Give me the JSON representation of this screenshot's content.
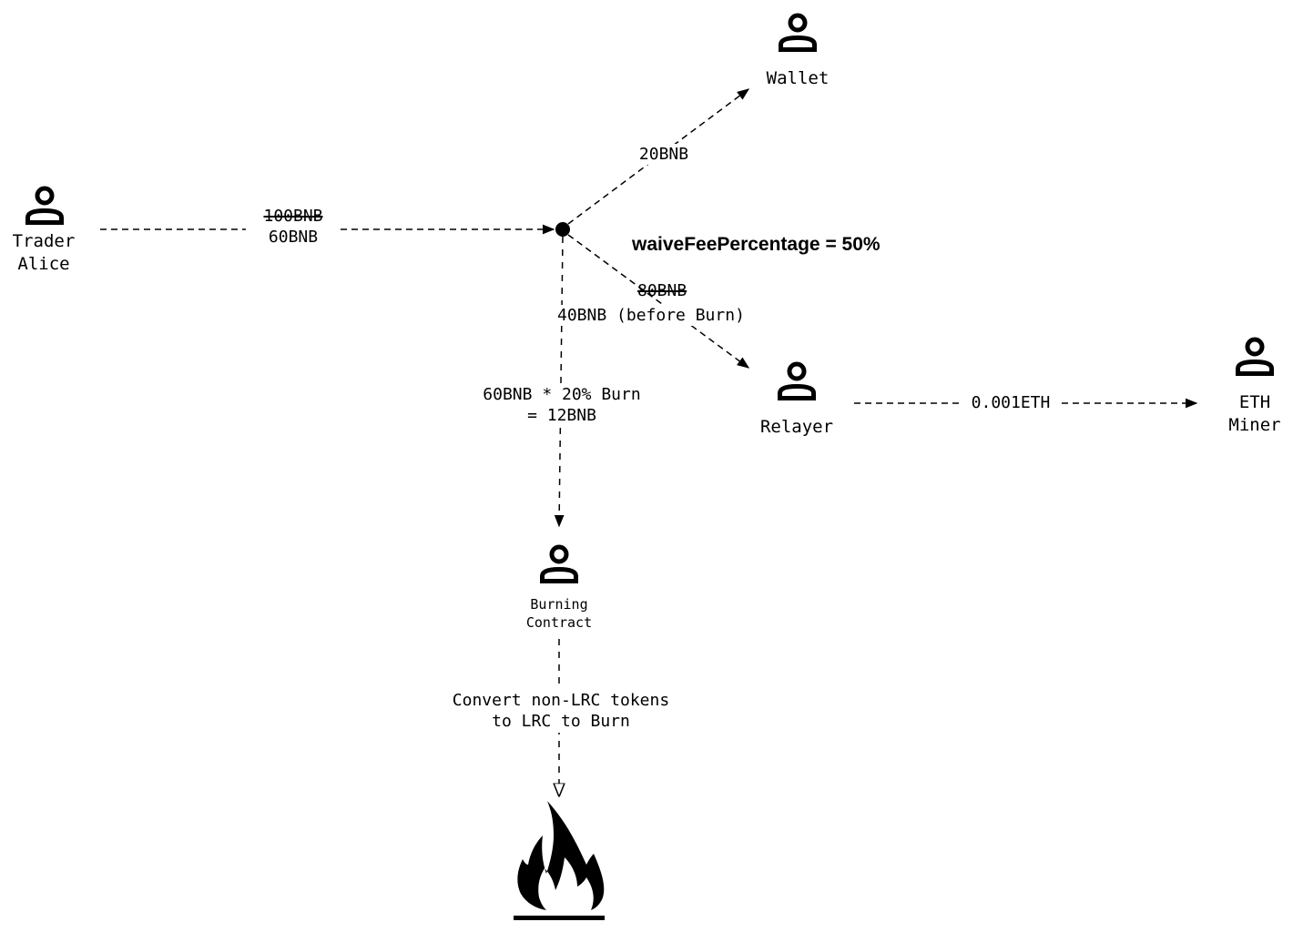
{
  "diagram": {
    "nodes": {
      "trader": {
        "label_line1": "Trader",
        "label_line2": "Alice",
        "icon": "person-icon"
      },
      "wallet": {
        "label": "Wallet",
        "icon": "person-icon"
      },
      "relayer": {
        "label": "Relayer",
        "icon": "person-icon"
      },
      "miner": {
        "label_line1": "ETH",
        "label_line2": "Miner",
        "icon": "person-icon"
      },
      "burning_contract": {
        "label_line1": "Burning",
        "label_line2": "Contract",
        "icon": "person-icon"
      },
      "fire": {
        "icon": "fire-icon"
      }
    },
    "edges": {
      "trader_to_hub": {
        "old_value": "100BNB",
        "new_value": "60BNB"
      },
      "hub_to_wallet": {
        "value": "20BNB"
      },
      "hub_to_relayer": {
        "old_value": "80BNB",
        "new_value": "40BNB (before Burn)"
      },
      "hub_to_burn": {
        "line1": "60BNB * 20% Burn",
        "line2": "= 12BNB"
      },
      "relayer_to_miner": {
        "value": "0.001ETH"
      },
      "burn_to_fire": {
        "line1": "Convert non-LRC tokens",
        "line2": "to LRC to Burn"
      }
    },
    "annotation": "waiveFeePercentage = 50%"
  }
}
